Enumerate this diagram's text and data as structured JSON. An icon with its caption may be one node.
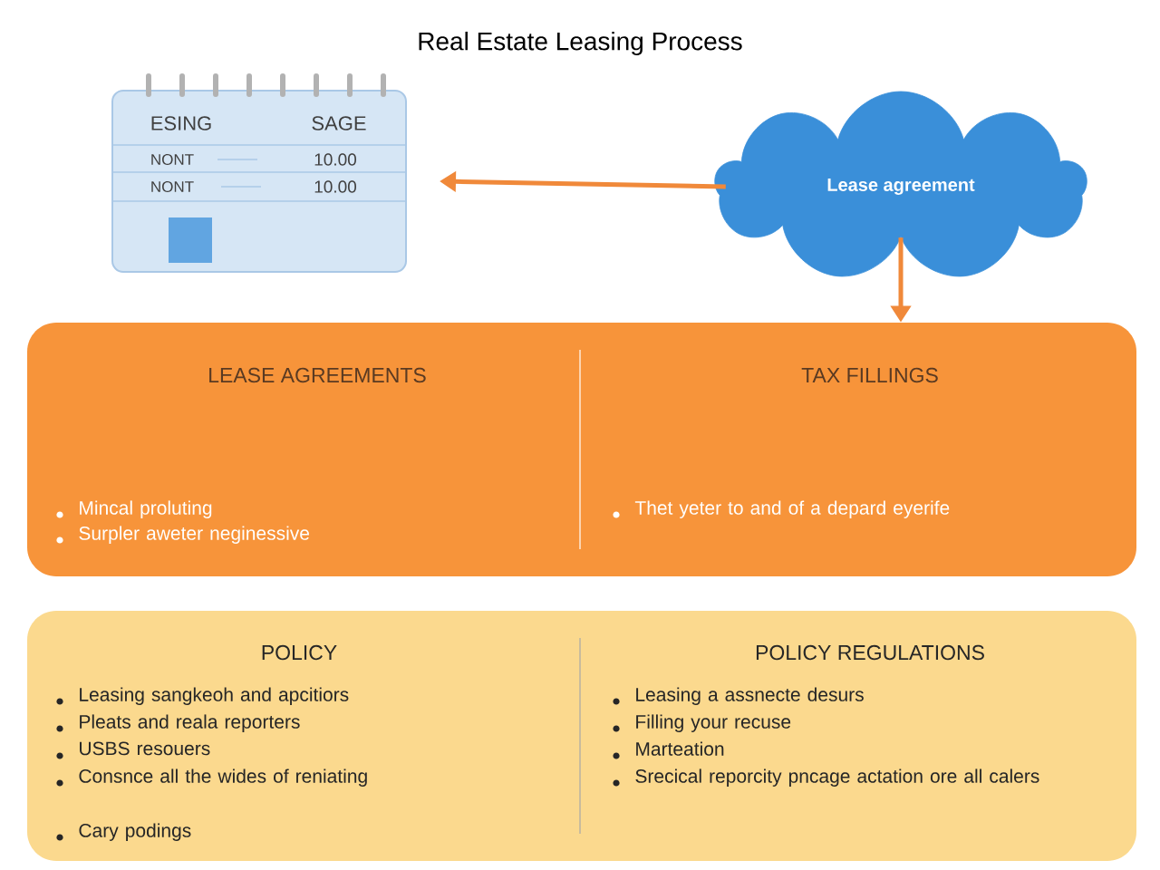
{
  "diagram": {
    "title": "Real Estate Leasing Process",
    "nodes": [
      {
        "text": [
          "ESING",
          "SAGE",
          "NONT",
          "10.00",
          "NONT",
          "10.00"
        ]
      },
      {
        "text": [
          "Lease agreement"
        ]
      },
      {
        "text": [
          "LEASE AGREEMENTS",
          "Mincal proluting",
          "Surpler aweter neginessive",
          "TAX FILLINGS",
          "Thet yeter to and of a depard eyerife"
        ]
      },
      {
        "text": [
          "POLICY",
          "Leasing sangkeoh and apcitiors",
          "Pleats and reala reporters",
          "USBS resouers",
          "Consnce all the wides of reniating",
          "Cary podings",
          "POLICY REGULATIONS",
          "Leasing a assnecte desurs",
          "Filling your recuse",
          "Marteation",
          "Srecical reporcity pncage actation ore all calers"
        ]
      }
    ],
    "edges": [
      {
        "from": 1,
        "to": 0,
        "arrow": "to"
      },
      {
        "from": 1,
        "to": 2,
        "arrow": "to"
      }
    ]
  }
}
